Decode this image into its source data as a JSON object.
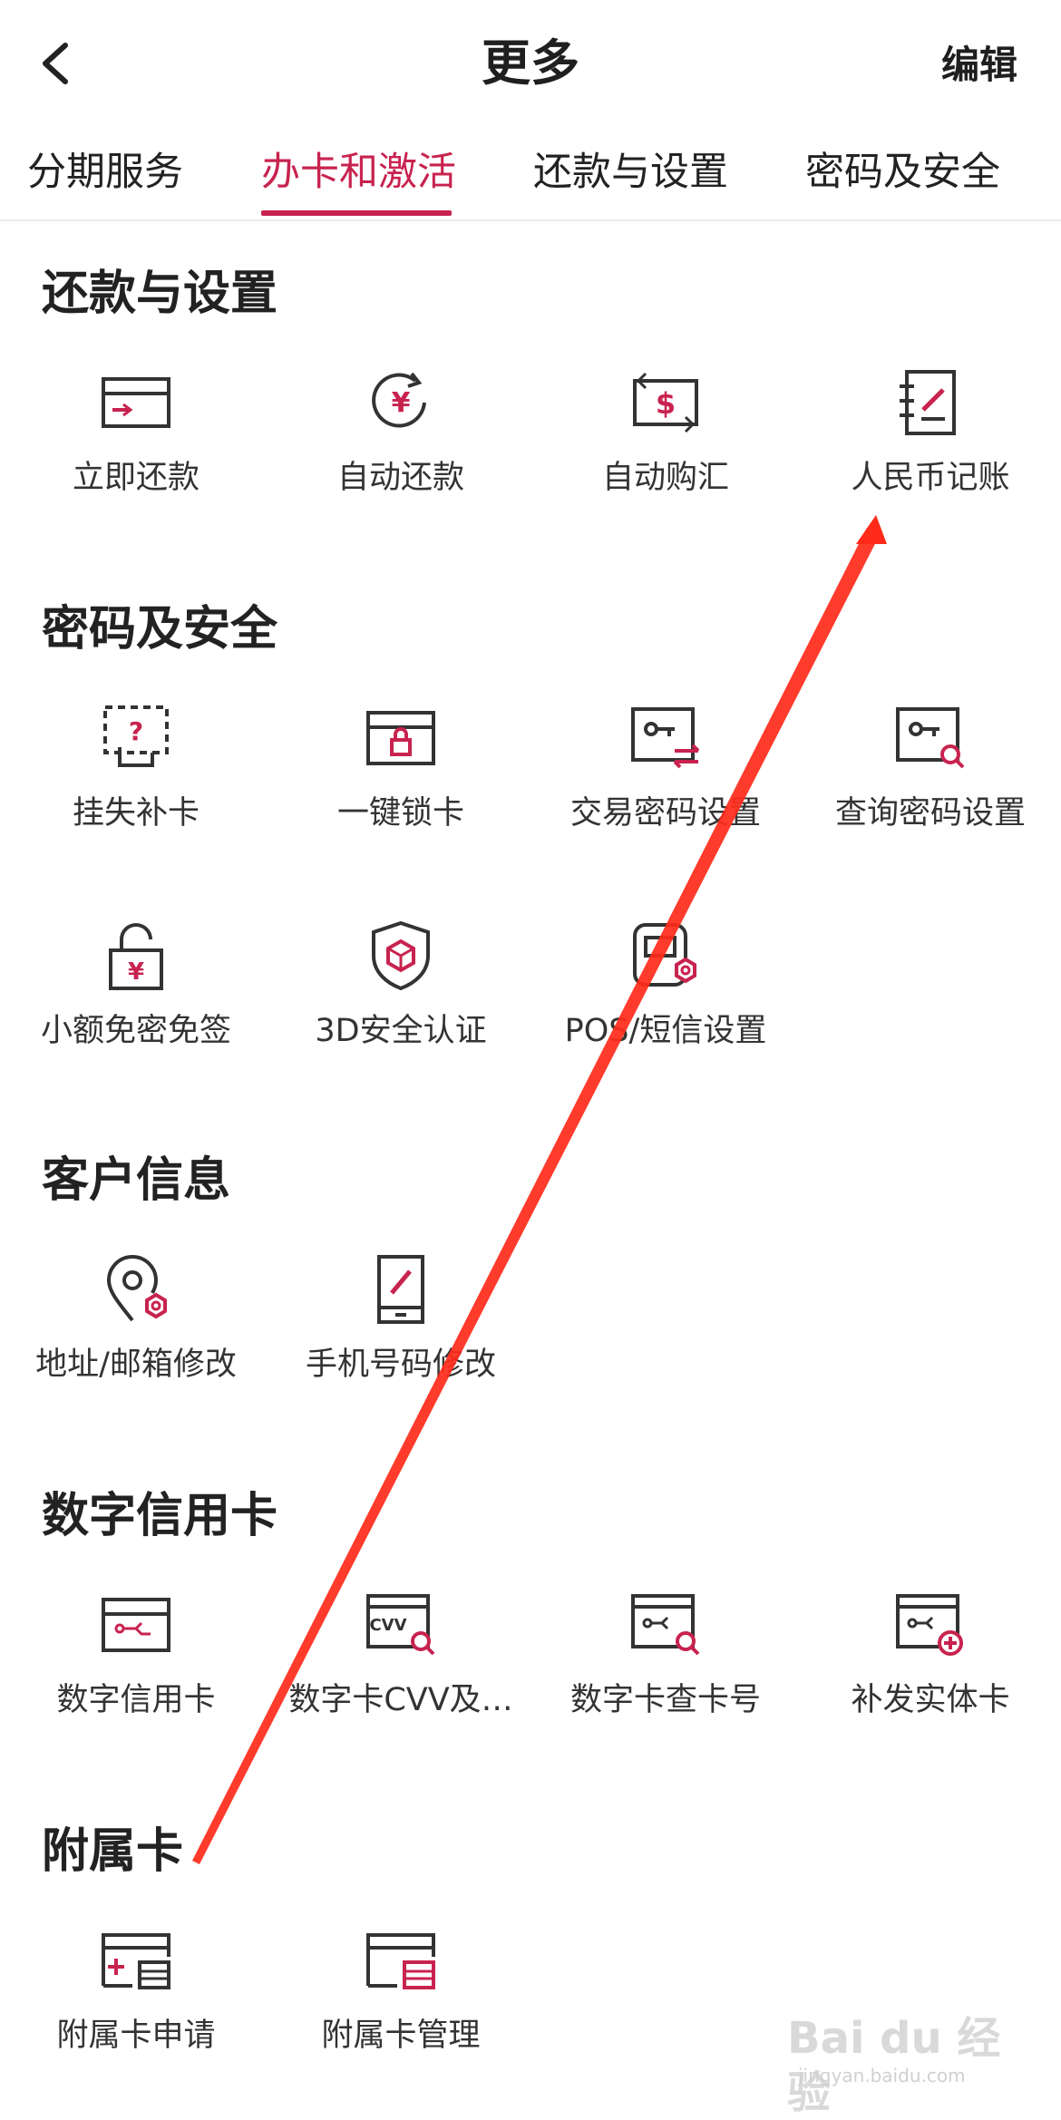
{
  "header": {
    "title": "更多",
    "edit_label": "编辑"
  },
  "tabs": [
    {
      "label": "分期服务",
      "active": false
    },
    {
      "label": "办卡和激活",
      "active": true
    },
    {
      "label": "还款与设置",
      "active": false
    },
    {
      "label": "密码及安全",
      "active": false
    }
  ],
  "colors": {
    "accent": "#c8234f",
    "annotation_arrow": "#ff2a1a",
    "icon_stroke": "#333333"
  },
  "sections": [
    {
      "title": "还款与设置",
      "items": [
        {
          "label": "立即还款",
          "icon": "card-repay-icon"
        },
        {
          "label": "自动还款",
          "icon": "auto-repay-yuan-icon"
        },
        {
          "label": "自动购汇",
          "icon": "dollar-exchange-icon"
        },
        {
          "label": "人民币记账",
          "icon": "rmb-ledger-icon"
        }
      ]
    },
    {
      "title": "密码及安全",
      "items": [
        {
          "label": "挂失补卡",
          "icon": "lost-card-icon"
        },
        {
          "label": "一键锁卡",
          "icon": "lock-card-icon"
        },
        {
          "label": "交易密码设置",
          "icon": "transaction-password-icon"
        },
        {
          "label": "查询密码设置",
          "icon": "query-password-icon"
        },
        {
          "label": "小额免密免签",
          "icon": "small-amount-padlock-icon"
        },
        {
          "label": "3D安全认证",
          "icon": "3d-shield-icon"
        },
        {
          "label": "POS/短信设置",
          "icon": "pos-sms-settings-icon"
        }
      ]
    },
    {
      "title": "客户信息",
      "items": [
        {
          "label": "地址/邮箱修改",
          "icon": "address-edit-icon"
        },
        {
          "label": "手机号码修改",
          "icon": "phone-edit-icon"
        }
      ]
    },
    {
      "title": "数字信用卡",
      "items": [
        {
          "label": "数字信用卡",
          "icon": "digital-card-icon"
        },
        {
          "label": "数字卡CVV及…",
          "icon": "cvv-search-icon"
        },
        {
          "label": "数字卡查卡号",
          "icon": "card-number-search-icon"
        },
        {
          "label": "补发实体卡",
          "icon": "reissue-card-icon"
        }
      ]
    },
    {
      "title": "附属卡",
      "items": [
        {
          "label": "附属卡申请",
          "icon": "add-supplementary-card-icon"
        },
        {
          "label": "附属卡管理",
          "icon": "manage-supplementary-card-icon"
        }
      ]
    }
  ],
  "watermark": {
    "brand": "Bai du 经验",
    "site": "jingyan.baidu.com"
  }
}
